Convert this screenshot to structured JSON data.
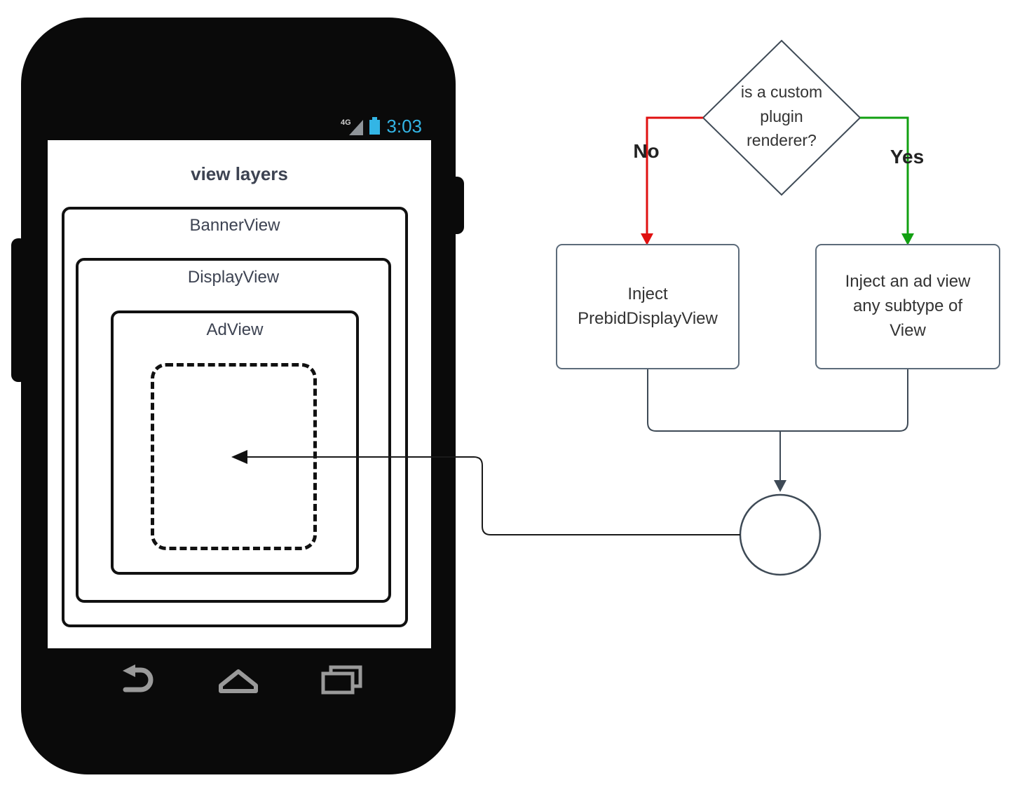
{
  "colors": {
    "red": "#e01010",
    "green": "#12a012",
    "holo_blue": "#33b5e5",
    "line": "#3e4a56",
    "box_border": "#5c6b7a",
    "phone_black": "#0a0a0a",
    "text": "#333333"
  },
  "phone": {
    "status_bar": {
      "network_label": "4G",
      "time": "3:03"
    },
    "screen": {
      "title": "view layers",
      "layers": [
        {
          "label": "BannerView"
        },
        {
          "label": "DisplayView"
        },
        {
          "label": "AdView"
        }
      ]
    }
  },
  "flowchart": {
    "decision": {
      "text": "is a custom plugin renderer?"
    },
    "no_label": "No",
    "yes_label": "Yes",
    "no_box": {
      "text": "Inject PrebidDisplayView"
    },
    "yes_box": {
      "text": "Inject an ad view any subtype of View"
    }
  }
}
